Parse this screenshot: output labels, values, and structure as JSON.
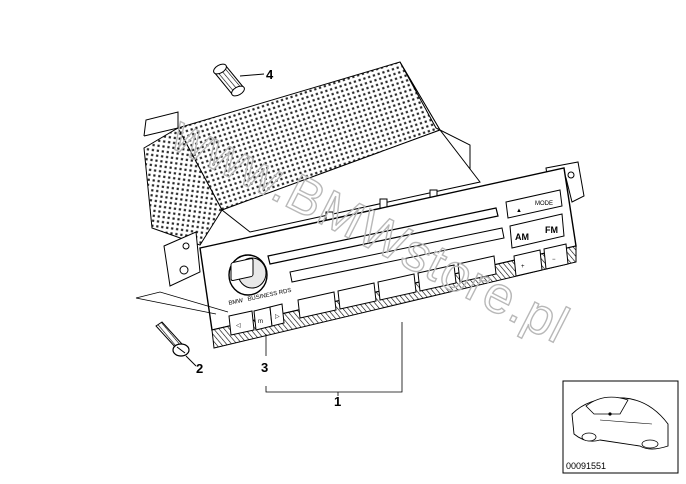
{
  "diagram": {
    "callouts": {
      "part1": "1",
      "part2": "2",
      "part3": "3",
      "part4": "4"
    },
    "radio_faceplate": {
      "brand": "BMW",
      "model_text": "BUSINESS RDS",
      "mode_label": "MODE",
      "am_label": "AM",
      "fm_label": "FM",
      "m_label": "m",
      "plus_label": "+",
      "minus_label": "−"
    },
    "watermark": "www.BMWstore.pl",
    "thumbnail": {
      "doc_number": "00091551"
    }
  }
}
